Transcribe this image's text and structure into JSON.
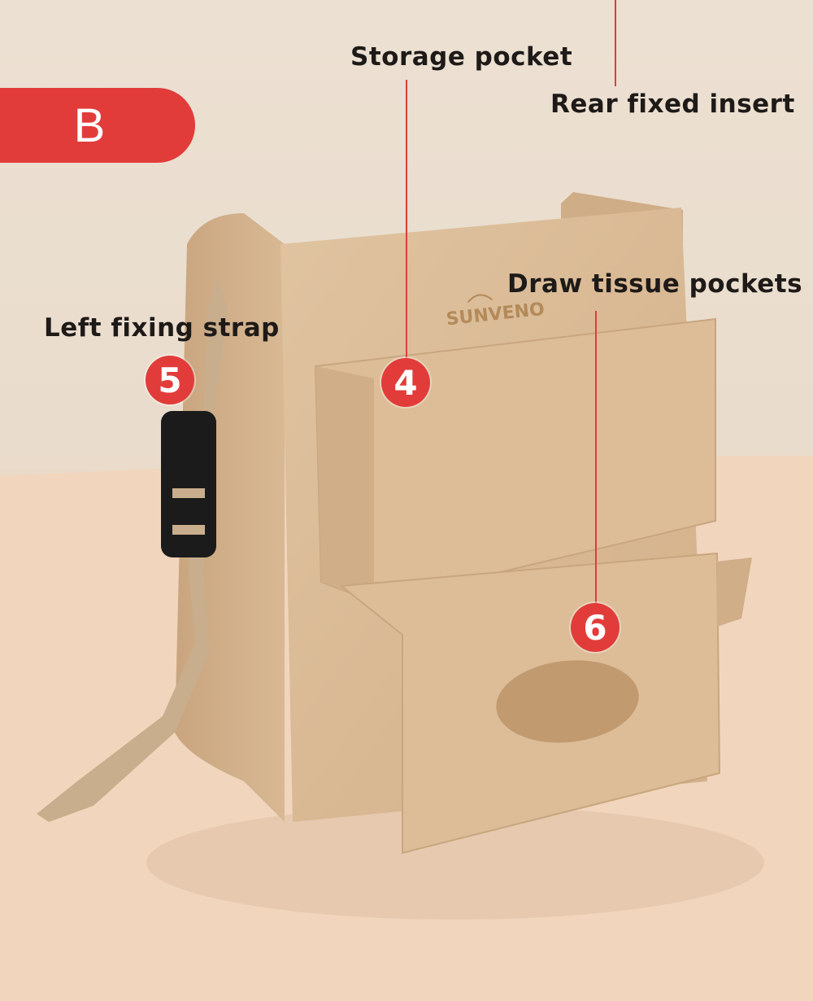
{
  "section_badge": "B",
  "labels": {
    "storage_pocket": "Storage pocket",
    "rear_fixed_insert": "Rear fixed insert",
    "draw_tissue_pockets": "Draw tissue pockets",
    "left_fixing_strap": "Left fixing strap"
  },
  "markers": {
    "four": "4",
    "five": "5",
    "six": "6"
  },
  "brand_logo": "SUNVENO",
  "colors": {
    "accent": "#e23c3a",
    "felt": "#d9b894",
    "background": "#ece0d2"
  }
}
